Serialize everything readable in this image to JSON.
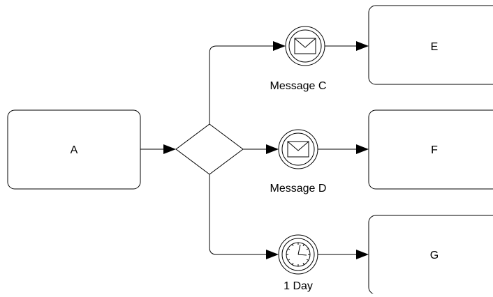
{
  "tasks": {
    "a": "A",
    "e": "E",
    "f": "F",
    "g": "G"
  },
  "events": {
    "message_c": {
      "label": "Message C",
      "icon": "envelope-icon"
    },
    "message_d": {
      "label": "Message D",
      "icon": "envelope-icon"
    },
    "timer": {
      "label": "1 Day",
      "icon": "clock-icon"
    }
  },
  "gateway": {
    "type": "event-based-gateway"
  }
}
